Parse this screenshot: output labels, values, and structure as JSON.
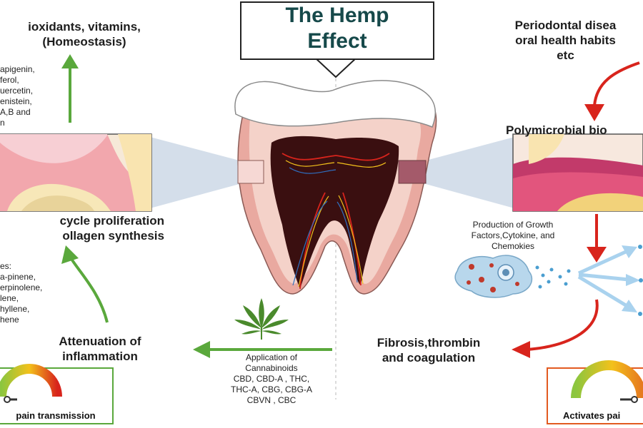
{
  "title": {
    "line1": "The Hemp",
    "line2": "Effect"
  },
  "left": {
    "antioxidants_title": [
      "ioxidants, vitamins,",
      "(Homeostasis)"
    ],
    "flavonoids": [
      "apigenin,",
      "ferol,",
      "uercetin,",
      "enistein,",
      "A,B and",
      "n"
    ],
    "proliferation_title": [
      "cycle proliferation",
      "ollagen synthesis"
    ],
    "terpenes": [
      "es:",
      "a-pinene,",
      "erpinolene,",
      "lene,",
      "hyllene,",
      "hene"
    ],
    "attenuation_title": [
      "Attenuation of",
      "inflammation"
    ],
    "pain_label": "pain transmission"
  },
  "center": {
    "cannabinoids_text": [
      "Application of",
      "Cannabinoids",
      "CBD, CBD-A , THC,",
      "THC-A, CBG, CBG-A",
      "CBVN , CBC"
    ]
  },
  "right": {
    "disease_title": [
      "Periodontal disea",
      "oral health habits",
      "etc"
    ],
    "biofilm_title": "Polymicrobial bio",
    "growth_factors_text": [
      "Production of Growth",
      "Factors,Cytokine, and",
      "Chemokies"
    ],
    "fibrosis_title": [
      "Fibrosis,thrombin",
      "and coagulation"
    ],
    "pain_label": "Activates pai"
  },
  "colors": {
    "green_arrow": "#5aa83c",
    "red_arrow": "#d8241c",
    "title_text": "#16494a",
    "gum_pink": "#e9a9a0",
    "pulp_dark": "#3a0f10",
    "callout_blue": "#c6d3e3"
  }
}
